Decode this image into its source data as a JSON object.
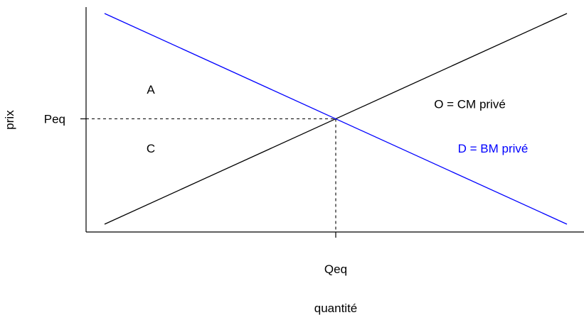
{
  "chart_data": {
    "type": "line",
    "title": "",
    "xlabel": "quantité",
    "ylabel": "prix",
    "xlim": [
      0,
      10
    ],
    "ylim": [
      0,
      10
    ],
    "grid": false,
    "x_ticks": [
      {
        "value": 5,
        "label": "Qeq"
      }
    ],
    "y_ticks": [
      {
        "value": 5,
        "label": "Peq"
      }
    ],
    "series": [
      {
        "name": "O = CM privé",
        "color": "#000000",
        "x": [
          0,
          10
        ],
        "y": [
          0,
          10
        ]
      },
      {
        "name": "D = BM privé",
        "color": "#0000ff",
        "x": [
          0,
          10
        ],
        "y": [
          10,
          0
        ]
      }
    ],
    "equilibrium": {
      "x": 5,
      "y": 5
    },
    "region_labels": [
      {
        "text": "A",
        "x": 1.0,
        "y": 6.4
      },
      {
        "text": "C",
        "x": 1.0,
        "y": 3.6
      }
    ],
    "series_labels": [
      {
        "text": "O = CM privé",
        "x": 7.9,
        "y": 5.7,
        "color": "#000000"
      },
      {
        "text": "D = BM privé",
        "x": 8.4,
        "y": 3.6,
        "color": "#0000ff"
      }
    ]
  }
}
